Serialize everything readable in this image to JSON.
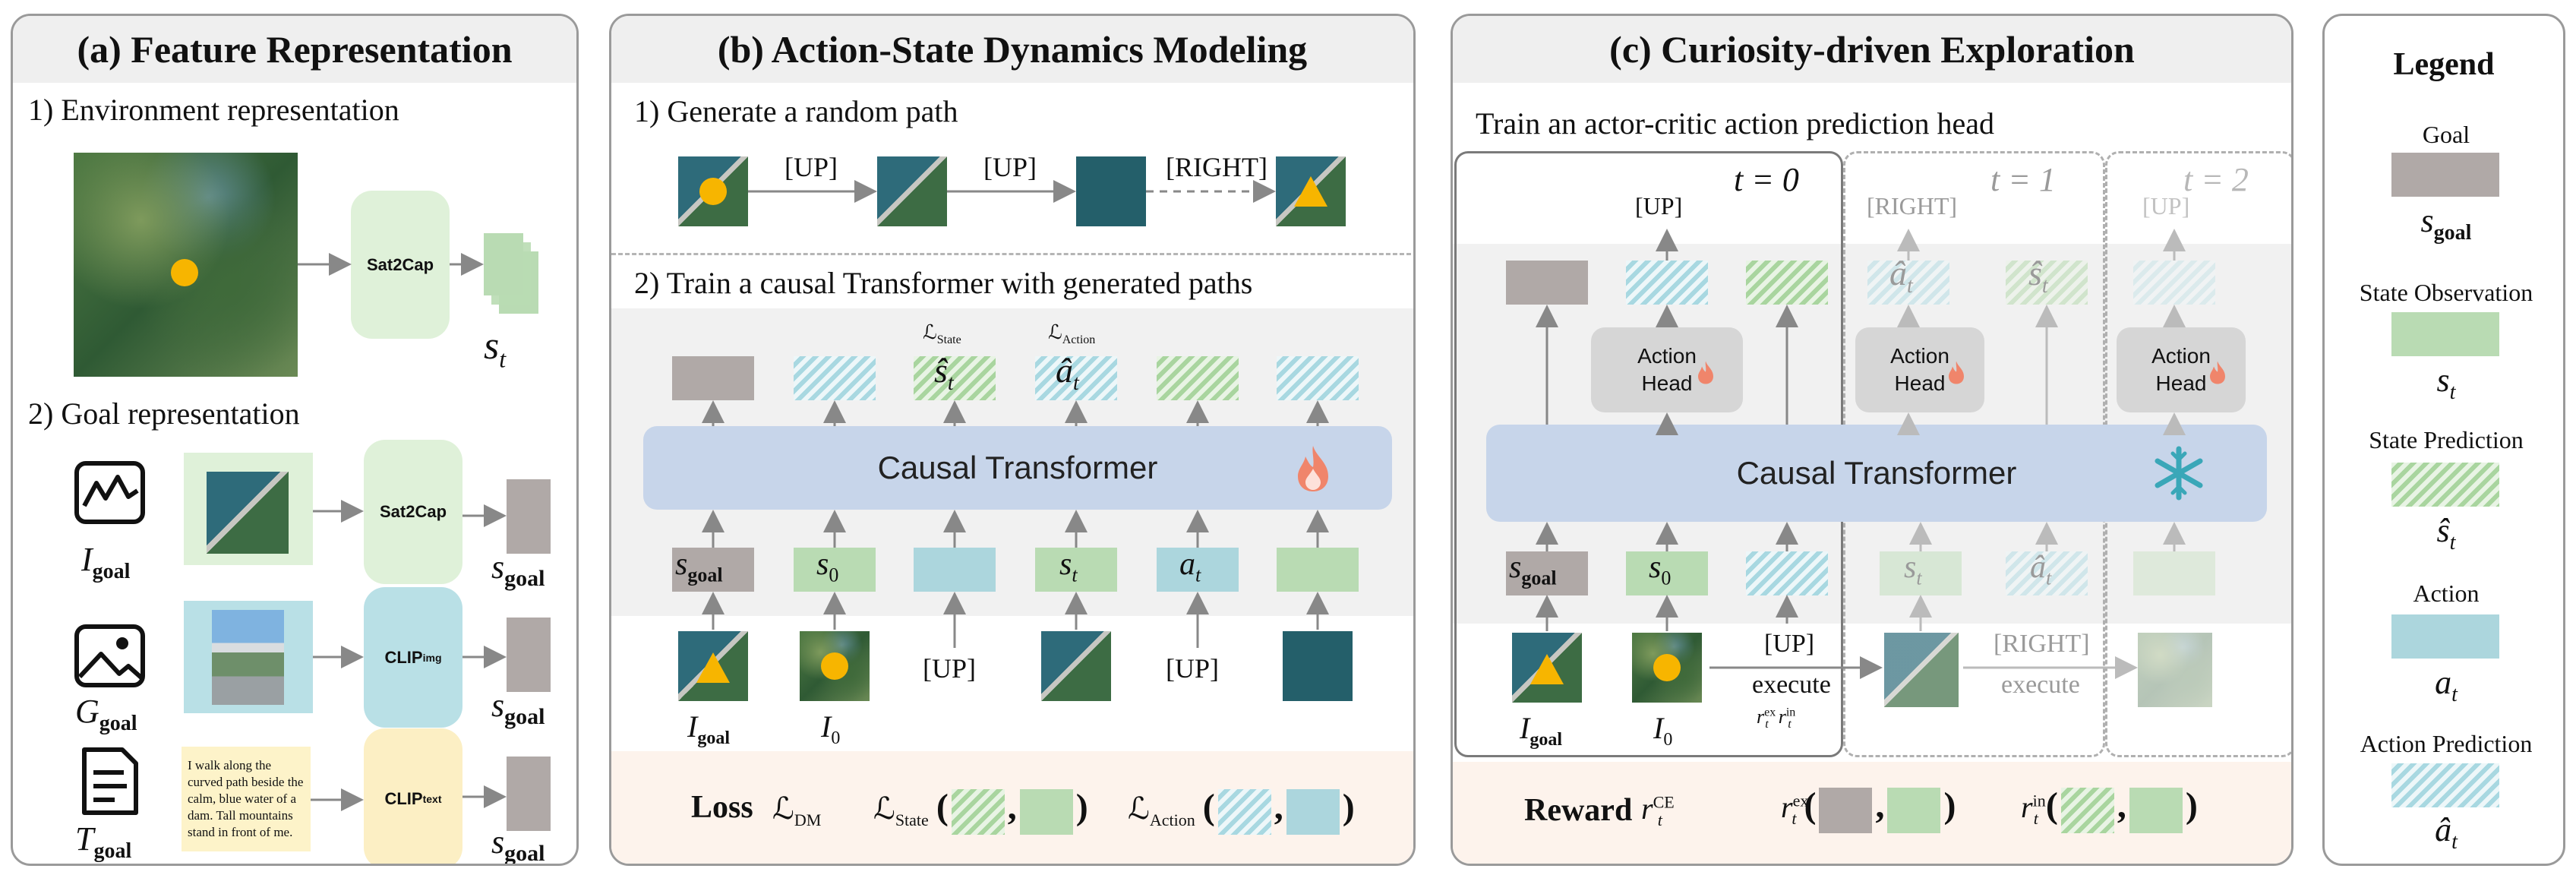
{
  "panel_a": {
    "title": "(a) Feature Representation",
    "env_title": "1) Environment representation",
    "goal_title": "2) Goal representation",
    "sat2cap": "Sat2Cap",
    "clip_img": "CLIP",
    "clip_img_sub": "img",
    "clip_text": "CLIP",
    "clip_text_sub": "text",
    "s_t": "s",
    "s_t_sub": "t",
    "s_goal": "s",
    "s_goal_sub": "goal",
    "i_goal": "I",
    "g_goal": "G",
    "t_goal": "T",
    "goal_sub": "goal",
    "note_text": "I walk along the curved path beside the calm, blue water of a dam. Tall mountains stand in front of me."
  },
  "panel_b": {
    "title": "(b) Action-State Dynamics Modeling",
    "step1": "1) Generate a random path",
    "step2": "2) Train a causal Transformer with generated paths",
    "path_actions": [
      "[UP]",
      "[UP]",
      "[RIGHT]"
    ],
    "causal_transformer": "Causal Transformer",
    "l_state": "ℒ",
    "l_state_sub": "State",
    "l_action": "ℒ",
    "l_action_sub": "Action",
    "s_hat": "ŝ",
    "a_hat": "â",
    "t_sub": "t",
    "token_s": "s",
    "token_a": "a",
    "token_goal_sub": "goal",
    "token_0_sub": "0",
    "input_actions": [
      "[UP]",
      "[UP]"
    ],
    "i_label": "I",
    "i_goal_sub": "goal",
    "i_0_sub": "0",
    "loss_word": "Loss",
    "l_dm": "ℒ",
    "l_dm_sub": "DM",
    "comma": ","
  },
  "panel_c": {
    "title": "(c) Curiosity-driven Exploration",
    "subtitle": "Train an actor-critic action prediction head",
    "t0": "t = 0",
    "t1": "t = 1",
    "t2": "t = 2",
    "out_up_t0": "[UP]",
    "out_right_t1": "[RIGHT]",
    "out_up_t2": "[UP]",
    "action_head_line1": "Action",
    "action_head_line2": "Head",
    "causal_transformer": "Causal Transformer",
    "up_label": "[UP]",
    "right_label": "[RIGHT]",
    "execute": "execute",
    "r": "r",
    "ex": "ex",
    "in": "in",
    "ce": "CE",
    "t_sub": "t",
    "reward_word": "Reward",
    "token_s": "s",
    "token_a": "â",
    "s_hat": "ŝ",
    "a_hat": "â",
    "goal_sub": "goal",
    "zero_sub": "0",
    "i_label": "I",
    "comma": ","
  },
  "legend": {
    "title": "Legend",
    "items": [
      {
        "label": "Goal",
        "sym": "s",
        "sub": "goal"
      },
      {
        "label": "State Observation",
        "sym": "s",
        "sub": "t"
      },
      {
        "label": "State Prediction",
        "sym": "ŝ",
        "sub": "t"
      },
      {
        "label": "Action",
        "sym": "a",
        "sub": "t"
      },
      {
        "label": "Action Prediction",
        "sym": "â",
        "sub": "t"
      }
    ]
  },
  "colors": {
    "goal": "#b0a9a7",
    "state": "#b9dbb3",
    "action": "#acd6dd",
    "transformer": "#c7d5ea",
    "dot": "#f7b500"
  }
}
